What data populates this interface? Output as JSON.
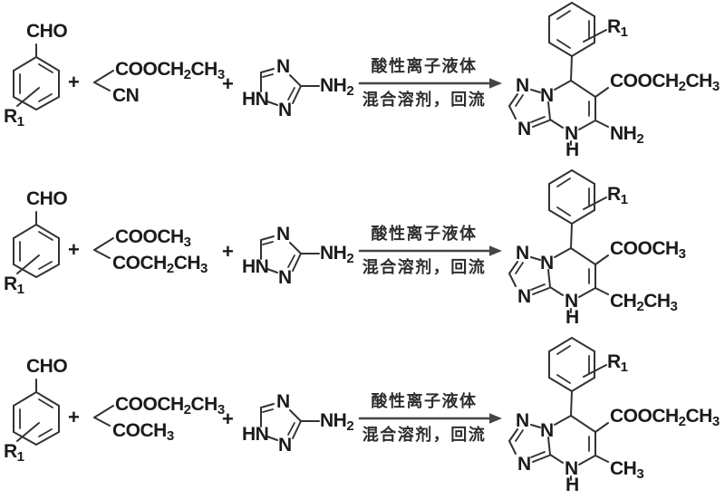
{
  "scheme": {
    "plus": "+",
    "arrow": {
      "above": "酸性离子液体",
      "below": "混合溶剂，回流"
    },
    "aldehyde": {
      "cho": "CHO",
      "r": "R1"
    },
    "aminotriazole": {
      "hn": "HN",
      "n_top": "N",
      "n_bottom": "N",
      "nh2": "NH2"
    },
    "product_core": {
      "r": "R1",
      "n_left": "N",
      "n_bridge": "N",
      "n_bottom": "N",
      "n_ring": "N",
      "h": "H"
    },
    "rows": [
      {
        "methylene": {
          "upper": "COOCH2CH3",
          "lower": "CN"
        },
        "product": {
          "ester": "COOCH2CH3",
          "substituent": "NH2"
        }
      },
      {
        "methylene": {
          "upper": "COOCH3",
          "lower": "COCH2CH3"
        },
        "product": {
          "ester": "COOCH3",
          "substituent": "CH2CH3"
        }
      },
      {
        "methylene": {
          "upper": "COOCH2CH3",
          "lower": "COCH3"
        },
        "product": {
          "ester": "COOCH2CH3",
          "substituent": "CH3"
        }
      }
    ],
    "colors": {
      "ink": "#1b1b1b",
      "bond": "#323232",
      "arrow": "#454545"
    }
  }
}
